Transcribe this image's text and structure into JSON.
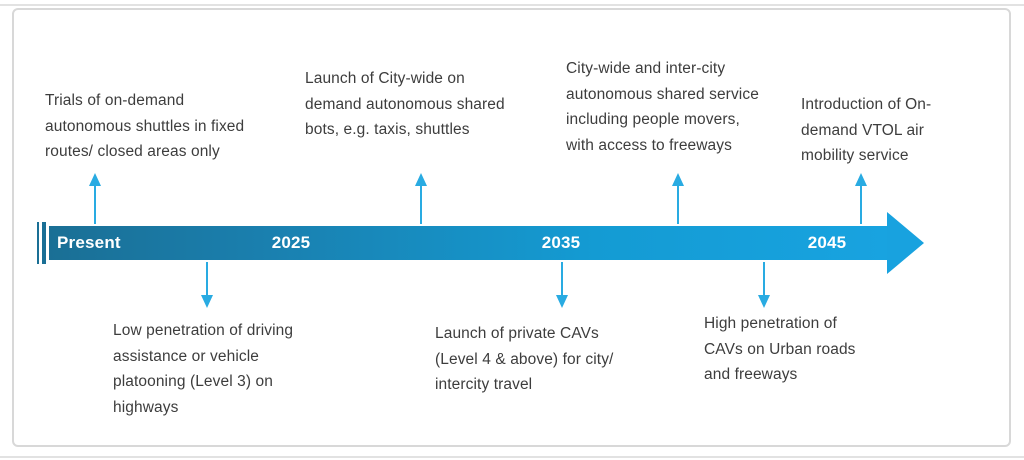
{
  "figure": {
    "type": "timeline-roadmap",
    "subject": "Autonomous mobility roadmap from Present to 2045"
  },
  "timeline": {
    "labels": [
      {
        "label": "Present"
      },
      {
        "label": "2025"
      },
      {
        "label": "2035"
      },
      {
        "label": "2045"
      }
    ]
  },
  "events_above": [
    {
      "text": "Trials of on-demand\nautonomous shuttles in fixed\nroutes/ closed areas only"
    },
    {
      "text": "Launch of City-wide on\ndemand autonomous shared\nbots, e.g. taxis, shuttles"
    },
    {
      "text": "City-wide and inter-city\nautonomous shared service\nincluding people movers,\nwith access to freeways"
    },
    {
      "text": "Introduction of On-\ndemand VTOL air\nmobility service"
    }
  ],
  "events_below": [
    {
      "text": "Low penetration of driving\nassistance or vehicle\nplatooning (Level 3) on\nhighways"
    },
    {
      "text": "Launch of private CAVs\n(Level 4 & above) for city/\nintercity travel"
    },
    {
      "text": "High penetration of\nCAVs on Urban roads\nand freeways"
    }
  ],
  "colors": {
    "bar_gradient_start": "#1a6f95",
    "bar_gradient_end": "#18a3e0",
    "arrow_cyan": "#29abe2",
    "note_text": "#3d3d3d",
    "panel_border": "#d8d8d8",
    "bar_label_text": "#ffffff"
  }
}
